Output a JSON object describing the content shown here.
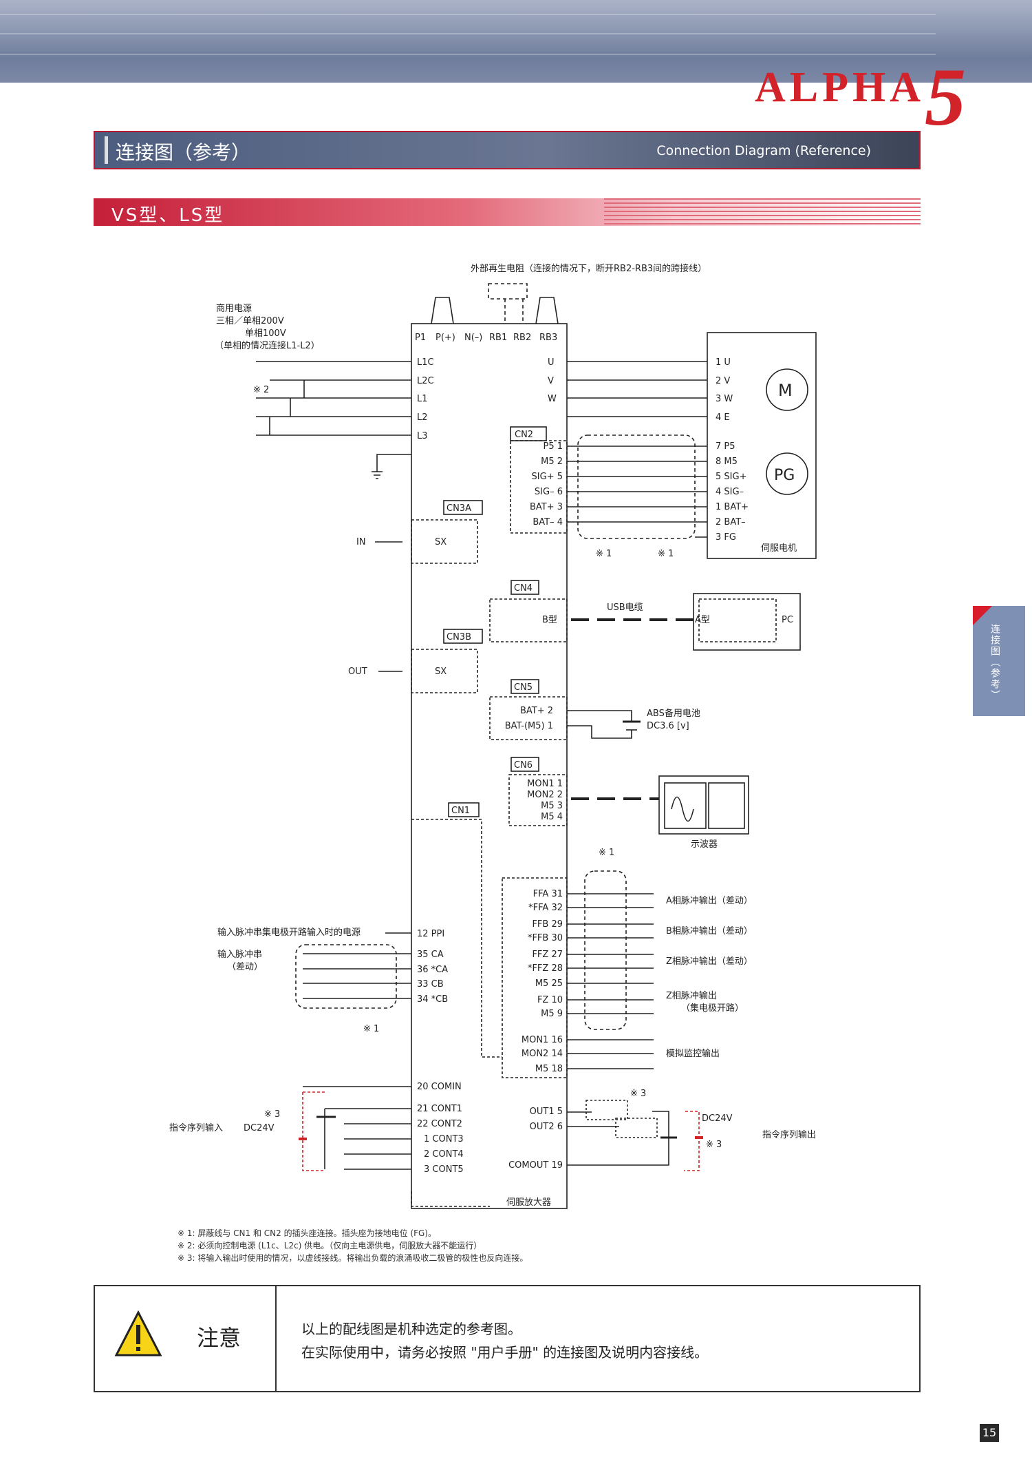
{
  "brand": {
    "text": "ALPHA",
    "number": "5"
  },
  "header": {
    "title_cn": "连接图（参考）",
    "title_en": "Connection Diagram (Reference)"
  },
  "subheader": {
    "title": "VS型、LS型"
  },
  "side_tab": {
    "text": "连接图（参考）"
  },
  "diagram": {
    "ext_regen": "外部再生电阻（连接的情况下，断开RB2-RB3间的跨接线）",
    "power_supply": [
      "商用电源",
      "三相／单相200V",
      "单相100V",
      "（单相的情况连接L1-L2）"
    ],
    "mark2": "※ 2",
    "amp_top_terms": [
      "P1",
      "P(+)",
      "N(–)",
      "RB1",
      "RB2",
      "RB3"
    ],
    "power_terms": [
      "L1C",
      "L2C",
      "L1",
      "L2",
      "L3"
    ],
    "motor_terms_left": [
      "U",
      "V",
      "W"
    ],
    "motor_terms_right": [
      "1 U",
      "2 V",
      "3 W",
      "4 E"
    ],
    "motor_label": "M",
    "encoder_label": "PG",
    "servo_motor": "伺服电机",
    "cn2": {
      "label": "CN2",
      "left": [
        "P5  1",
        "M5  2",
        "SIG+  5",
        "SIG–  6",
        "BAT+  3",
        "BAT–  4"
      ],
      "right": [
        "7 P5",
        "8 M5",
        "5 SIG+",
        "4 SIG–",
        "1 BAT+",
        "2 BAT–",
        "3 FG"
      ]
    },
    "mark1": "※ 1",
    "cn3a": {
      "label": "CN3A",
      "sx": "SX",
      "io": "IN"
    },
    "cn3b": {
      "label": "CN3B",
      "sx": "SX",
      "io": "OUT"
    },
    "cn4": {
      "label": "CN4",
      "b": "B型",
      "cable": "USB电缆",
      "a": "A型",
      "pc": "PC"
    },
    "cn5": {
      "label": "CN5",
      "pins": [
        "BAT+  2",
        "BAT-(M5)  1"
      ],
      "battery": "ABS备用电池",
      "battery_v": "DC3.6 [v]"
    },
    "cn6": {
      "label": "CN6",
      "pins": [
        "MON1  1",
        "MON2  2",
        "M5  3",
        "M5  4"
      ],
      "scope": "示波器"
    },
    "cn1": {
      "label": "CN1",
      "left_pins": [
        "12  PPI",
        "35  CA",
        "36  *CA",
        "33  CB",
        "34  *CB"
      ],
      "ppi_power": "输入脉冲串集电极开路输入时的电源",
      "pulse_in": [
        "输入脉冲串",
        "（差动）"
      ],
      "right_pins": [
        "FFA  31",
        "*FFA  32",
        "FFB  29",
        "*FFB  30",
        "FFZ  27",
        "*FFZ  28",
        "M5  25",
        "FZ  10",
        "M5  9",
        "MON1  16",
        "MON2  14",
        "M5  18"
      ],
      "right_desc": [
        "A相脉冲输出（差动）",
        "B相脉冲输出（差动）",
        "Z相脉冲输出（差动）",
        "Z相脉冲输出",
        "（集电极开路）",
        "模拟监控输出"
      ],
      "seq_in_pins": [
        "20  COMIN",
        "21  CONT1",
        "22  CONT2",
        "1  CONT3",
        "2  CONT4",
        "3  CONT5"
      ],
      "seq_in_label": "指令序列输入",
      "dc24v_left": "DC24V",
      "mark3": "※ 3",
      "seq_out_pins": [
        "OUT1  5",
        "OUT2  6",
        "COMOUT  19"
      ],
      "dc24v_right": "DC24V",
      "seq_out_label": "指令序列输出"
    },
    "amp_label": "伺服放大器"
  },
  "notes": [
    "※ 1:  屏蔽线与 CN1 和 CN2 的插头座连接。插头座为接地电位 (FG)。",
    "※ 2:  必须向控制电源 (L1c、L2c) 供电。（仅向主电源供电，伺服放大器不能运行）",
    "※ 3:  将输入输出时使用的情况，以虚线接线。将输出负载的浪涌吸收二极管的极性也反向连接。"
  ],
  "caution": {
    "word": "注意",
    "line1": "以上的配线图是机种选定的参考图。",
    "line2": "在实际使用中，请务必按照 \"用户手册\" 的连接图及说明内容接线。"
  },
  "page_number": "15",
  "colors": {
    "brand_red": "#d2232a",
    "banner": "#8e99b3",
    "accent_red": "#c51f39"
  }
}
